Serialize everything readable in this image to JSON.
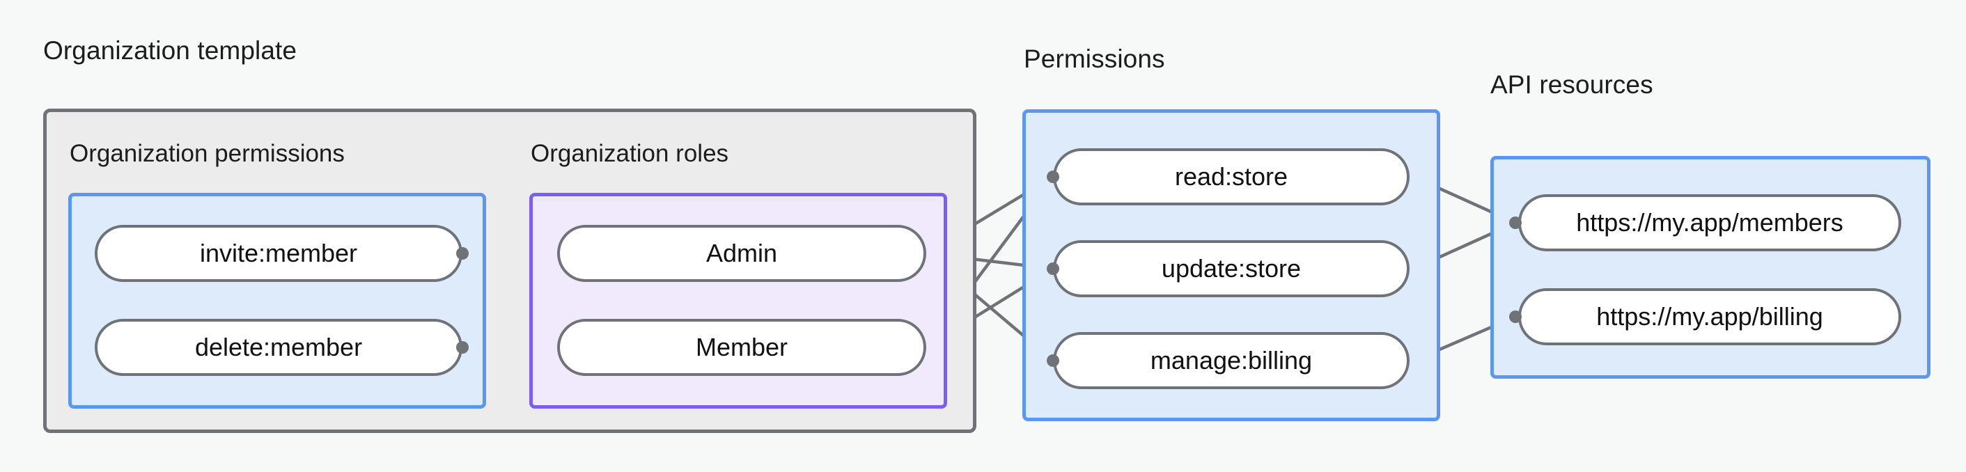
{
  "diagram": {
    "title_groups": [
      {
        "id": "organization-template",
        "label": "Organization template"
      },
      {
        "id": "permissions",
        "label": "Permissions"
      },
      {
        "id": "api-resources",
        "label": "API resources"
      }
    ],
    "subsections": [
      {
        "id": "organization-permissions",
        "label": "Organization permissions"
      },
      {
        "id": "organization-roles",
        "label": "Organization roles"
      }
    ],
    "nodes": {
      "organization_permissions": [
        {
          "id": "invite-member",
          "label": "invite:member"
        },
        {
          "id": "delete-member",
          "label": "delete:member"
        }
      ],
      "organization_roles": [
        {
          "id": "admin",
          "label": "Admin"
        },
        {
          "id": "member",
          "label": "Member"
        }
      ],
      "permissions": [
        {
          "id": "read-store",
          "label": "read:store"
        },
        {
          "id": "update-store",
          "label": "update:store"
        },
        {
          "id": "manage-billing",
          "label": "manage:billing"
        }
      ],
      "api_resources": [
        {
          "id": "members-resource",
          "label": "https://my.app/members"
        },
        {
          "id": "billing-resource",
          "label": "https://my.app/billing"
        }
      ]
    },
    "edges": [
      {
        "from": "invite-member",
        "to": "admin"
      },
      {
        "from": "invite-member",
        "to": "member"
      },
      {
        "from": "delete-member",
        "to": "member"
      },
      {
        "from": "admin",
        "to": "read-store"
      },
      {
        "from": "admin",
        "to": "update-store"
      },
      {
        "from": "admin",
        "to": "manage-billing"
      },
      {
        "from": "member",
        "to": "read-store"
      },
      {
        "from": "member",
        "to": "update-store"
      },
      {
        "from": "read-store",
        "to": "members-resource"
      },
      {
        "from": "update-store",
        "to": "members-resource"
      },
      {
        "from": "manage-billing",
        "to": "billing-resource"
      }
    ],
    "colors": {
      "page_background": "#f7f8f8",
      "group_border_gray": "#6f7378",
      "group_fill_gray": "#ececec",
      "box_border_blue": "#5b97f0",
      "box_fill_blue": "#ddebfb",
      "box_border_purple": "#7d5cf6",
      "box_fill_purple": "#f1eafd",
      "node_border": "#6f7378",
      "node_fill": "#ffffff",
      "edge_stroke": "#6f7378",
      "text": "#111111"
    }
  }
}
